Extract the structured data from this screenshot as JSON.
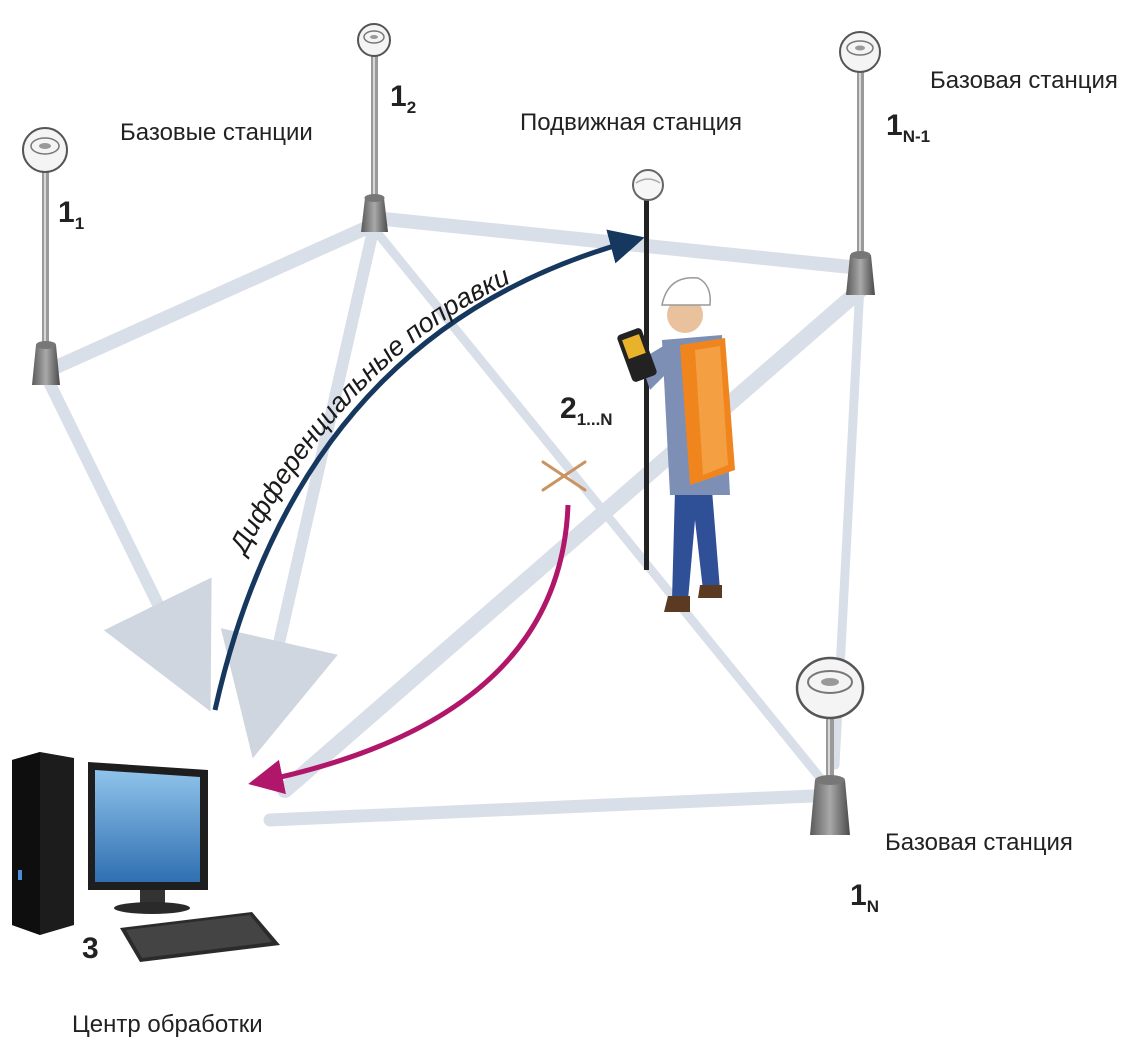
{
  "labels": {
    "base_stations": "Базовые станции",
    "base_station_top": "Базовая станция",
    "base_station_bottom": "Базовая станция",
    "rover": "Подвижная станция",
    "processing_center": "Центр обработки",
    "corrections": "Дифференциальные поправки"
  },
  "markers": {
    "s1": {
      "main": "1",
      "sub": "1"
    },
    "s2": {
      "main": "1",
      "sub": "2"
    },
    "s3": {
      "main": "1",
      "sub": "N-1"
    },
    "s4": {
      "main": "1",
      "sub": "N"
    },
    "rover": {
      "main": "2",
      "sub": "1...N"
    },
    "computer": {
      "main": "3"
    }
  },
  "colors": {
    "network_line": "#d9dfe8",
    "corrections_arrow": "#16385f",
    "data_arrow": "#b0166a",
    "vest": "#f0851e",
    "pants": "#2f4f96"
  }
}
